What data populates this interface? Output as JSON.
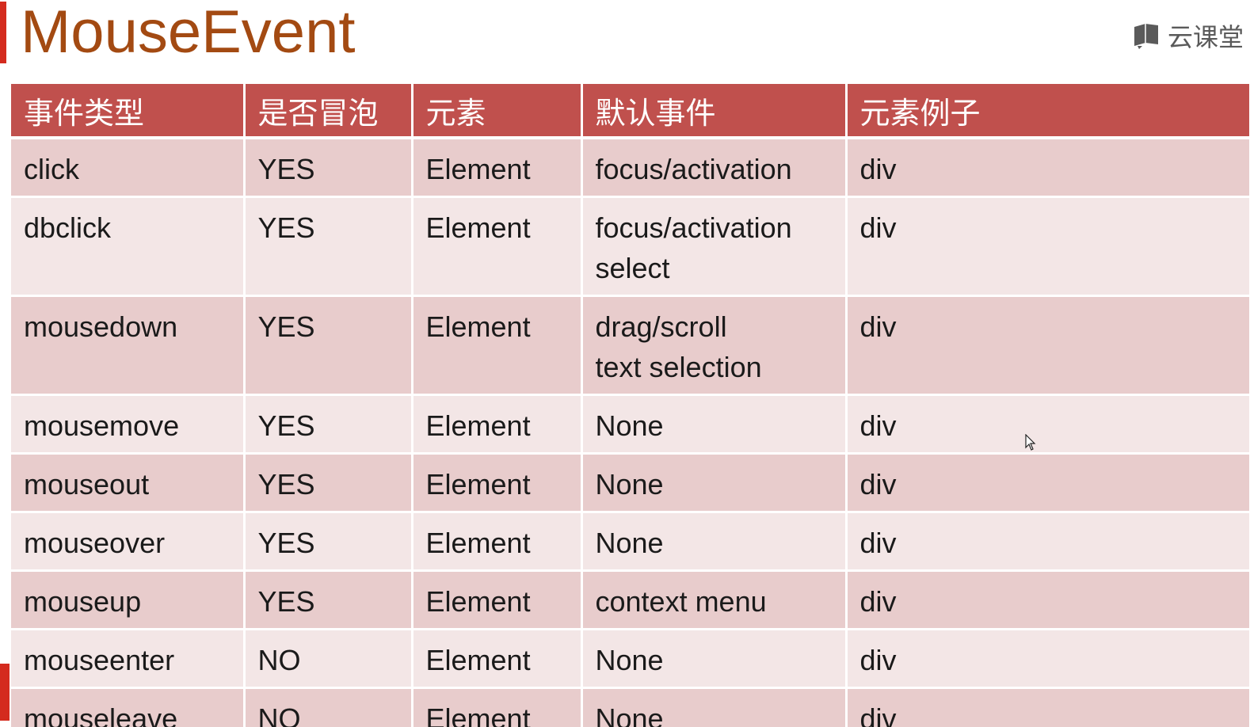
{
  "title": "MouseEvent",
  "logo": {
    "icon": "book-icon",
    "text": "云课堂"
  },
  "colors": {
    "title": "#a34a12",
    "accent": "#d42b1e",
    "header_bg": "#c0504d",
    "row_dark": "#e8cccc",
    "row_light": "#f3e6e6"
  },
  "table": {
    "headers": [
      "事件类型",
      "是否冒泡",
      "元素",
      "默认事件",
      "元素例子"
    ],
    "rows": [
      [
        "click",
        "YES",
        "Element",
        "focus/activation",
        "div"
      ],
      [
        "dbclick",
        "YES",
        "Element",
        "focus/activation\nselect",
        "div"
      ],
      [
        "mousedown",
        "YES",
        "Element",
        "drag/scroll\ntext selection",
        "div"
      ],
      [
        "mousemove",
        "YES",
        "Element",
        "None",
        "div"
      ],
      [
        "mouseout",
        "YES",
        "Element",
        "None",
        "div"
      ],
      [
        "mouseover",
        "YES",
        "Element",
        "None",
        "div"
      ],
      [
        "mouseup",
        "YES",
        "Element",
        "context menu",
        "div"
      ],
      [
        "mouseenter",
        "NO",
        "Element",
        "None",
        "div"
      ],
      [
        "mouseleave",
        "NO",
        "Element",
        "None",
        "div"
      ]
    ]
  }
}
